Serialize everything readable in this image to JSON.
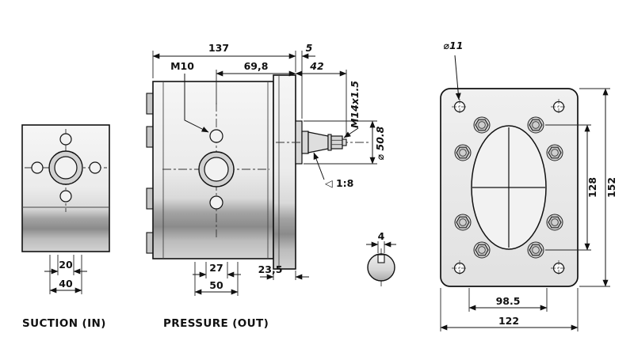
{
  "colors": {
    "accent_red": "#e30613",
    "line_black": "#111111"
  },
  "labels": {
    "suction": "SUCTION (IN)",
    "pressure": "PRESSURE (OUT)"
  },
  "suction_view": {
    "dims": {
      "port_spacing_20": "20",
      "port_spacing_40": "40"
    }
  },
  "pressure_view": {
    "dims": {
      "overall_length_137": "137",
      "pilot_depth_5": "5",
      "port_thread_m10": "M10",
      "flange_offset_69_8": "69,8",
      "shaft_length_42": "42",
      "shaft_thread_m14": "M14x1.5",
      "pilot_diameter_50_8": "⌀ 50.8",
      "shaft_taper_1_8": "◁ 1:8",
      "port_spacing_27": "27",
      "port_spacing_50": "50",
      "flange_thickness_23_5": "23,5"
    }
  },
  "key_detail": {
    "key_width_4": "4"
  },
  "flange_view": {
    "dims": {
      "hole_diameter_11": "⌀11",
      "bolt_spacing_128": "128",
      "flange_height_152": "152",
      "bolt_spacing_98_5": "98.5",
      "flange_width_122": "122"
    }
  }
}
